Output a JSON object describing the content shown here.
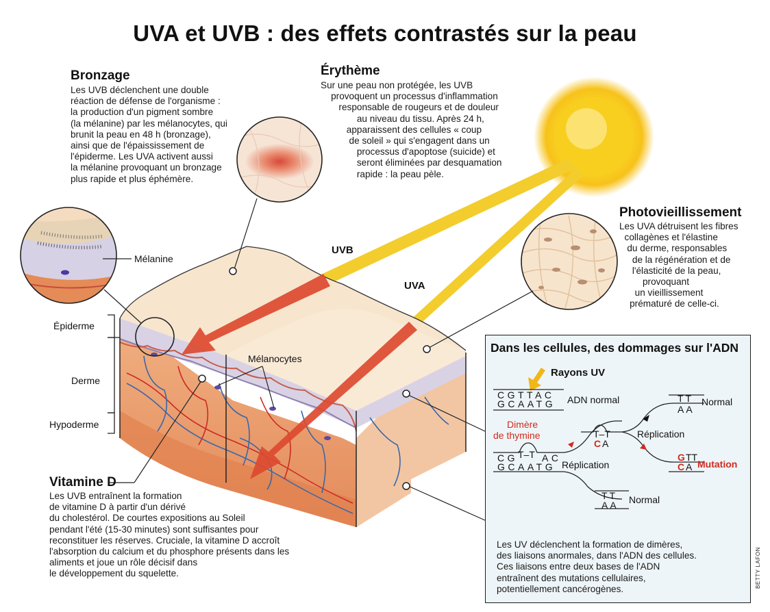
{
  "title": "UVA et UVB : des effets contrastés sur la peau",
  "sections": {
    "bronzage": {
      "heading": "Bronzage",
      "text": "Les UVB déclenchent une double\nréaction de défense de l'organisme :\nla production d'un pigment sombre\n(la mélanine) par les mélanocytes, qui\nbrunit la peau en 48 h (bronzage),\nainsi que de l'épaississement de\nl'épiderme. Les UVA activent aussi\nla mélanine provoquant un bronzage\nplus rapide et plus éphémère."
    },
    "erytheme": {
      "heading": "Érythème",
      "text": "Sur une peau non protégée, les UVB\n    provoquent un processus d'inflammation\n       responsable de rougeurs et de douleur\n              au niveau du tissu. Après 24 h,\n          apparaissent des cellules « coup\n           de soleil » qui s'engagent dans un\n              processus d'apoptose (suicide) et\n              seront éliminées par desquamation\n              rapide : la peau pèle."
    },
    "photovieillissement": {
      "heading": "Photovieillissement",
      "text": "Les UVA détruisent les fibres\n  collagènes et l'élastine\n   du derme, responsables\n     de la régénération et de\n     l'élasticité de la peau,\n         provoquant\n      un vieillissement\n    prématuré de celle-ci."
    },
    "vitamine_d": {
      "heading": "Vitamine D",
      "text": "Les UVB entraînent la formation\nde vitamine D à partir d'un dérivé\ndu cholestérol. De courtes expositions au Soleil\npendant l'été (15-30 minutes) sont suffisantes pour\nreconstituer les réserves. Cruciale, la vitamine D accroît\nl'absorption du calcium et du phosphore présents dans les\naliments et joue un rôle décisif dans\nle développement du squelette."
    }
  },
  "labels": {
    "melanine": "Mélanine",
    "epiderme": "Épiderme",
    "derme": "Derme",
    "hypoderme": "Hypoderme",
    "melanocytes": "Mélanocytes",
    "uvb": "UVB",
    "uva": "UVA"
  },
  "dna_panel": {
    "title": "Dans les cellules, des dommages sur l'ADN",
    "rayons_uv": "Rayons UV",
    "adn_normal": "ADN normal",
    "dimere_line1": "Dimère",
    "dimere_line2": "de thymine",
    "replication_1": "Réplication",
    "replication_2": "Réplication",
    "normal_top": "Normal",
    "normal_bottom": "Normal",
    "mutation": "Mutation",
    "strand_top": "CGTTAC",
    "strand_bottom": "GCAATG",
    "dimer_top_left": "CG",
    "dimer_top_right": "AC",
    "pair_tt": "TT",
    "pair_aa": "AA",
    "pair_t_t": "T–T",
    "pair_c": "C",
    "pair_a": "A",
    "pair_g": "G",
    "caption": "Les UV déclenchent la formation de dimères,\ndes liaisons anormales, dans l'ADN des cellules.\nCes liaisons entre deux bases de l'ADN\nentraînent des mutations cellulaires,\npotentiellement cancérogènes."
  },
  "credit": "BETTY LAFON",
  "colors": {
    "sun": "#f7c81e",
    "uv_ray": "#f2cd2c",
    "arrow": "#dc4a30",
    "skin_surface": "#f7e4cc",
    "dermis": "#eea06c",
    "vessel_blue": "#3a67a8",
    "vessel_red": "#cc2a24",
    "mutation_red": "#d12a1d",
    "panel_bg": "#eef5f8"
  }
}
